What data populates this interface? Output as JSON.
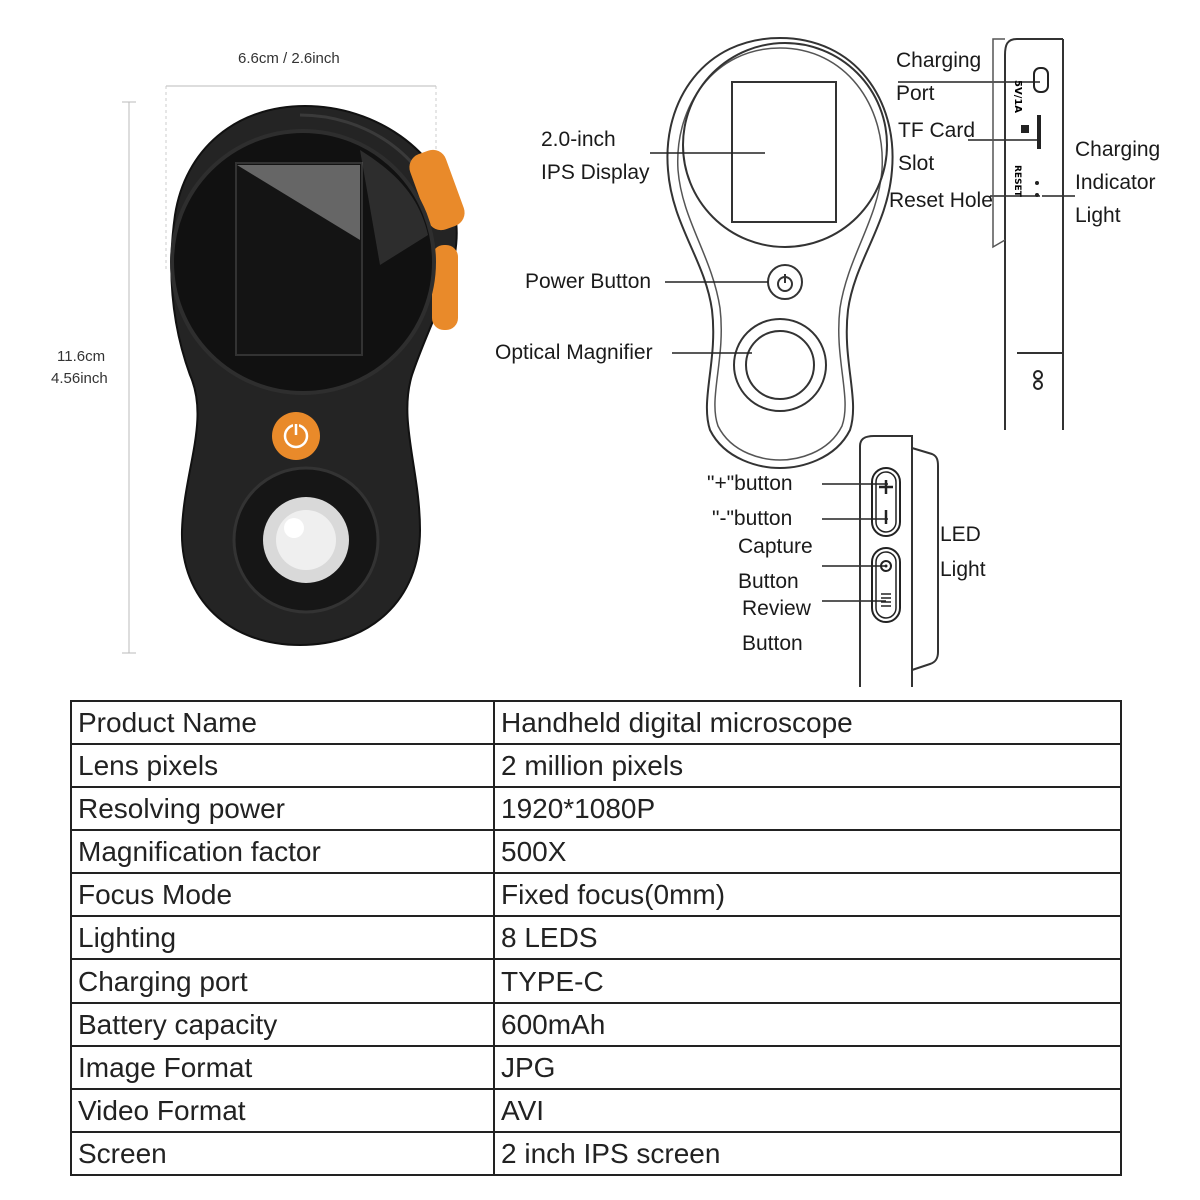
{
  "dimensions": {
    "width_label": "6.6cm / 2.6inch",
    "height_label_cm": "11.6cm",
    "height_label_in": "4.56inch"
  },
  "front_diagram": {
    "display_label_1": "2.0-inch",
    "display_label_2": "IPS Display",
    "power_label": "Power Button",
    "magnifier_label": "Optical Magnifier"
  },
  "side_diagram": {
    "charging_port_1": "Charging",
    "charging_port_2": "Port",
    "tf_card_1": "TF Card",
    "tf_card_2": "Slot",
    "reset_hole": "Reset Hole",
    "indicator_1": "Charging",
    "indicator_2": "Indicator",
    "indicator_3": "Light",
    "port_marking": "5V/1A",
    "reset_marking": "RESET"
  },
  "button_diagram": {
    "plus_button": "\"+\"button",
    "minus_button": "\"-\"button",
    "capture_1": "Capture",
    "capture_2": "Button",
    "review_1": "Review",
    "review_2": "Button",
    "led_1": "LED",
    "led_2": "Light"
  },
  "spec_table": {
    "rows": [
      {
        "key": "Product Name",
        "value": "Handheld digital microscope"
      },
      {
        "key": "Lens pixels",
        "value": "2 million pixels"
      },
      {
        "key": "Resolving power",
        "value": "1920*1080P"
      },
      {
        "key": "Magnification factor",
        "value": "500X"
      },
      {
        "key": "Focus Mode",
        "value": "Fixed focus(0mm)"
      },
      {
        "key": "Lighting",
        "value": "8 LEDS"
      },
      {
        "key": "Charging port",
        "value": "TYPE-C"
      },
      {
        "key": "Battery capacity",
        "value": "600mAh"
      },
      {
        "key": "Image Format",
        "value": "JPG"
      },
      {
        "key": "Video Format",
        "value": "AVI"
      },
      {
        "key": "Screen",
        "value": "2 inch IPS screen"
      }
    ]
  }
}
